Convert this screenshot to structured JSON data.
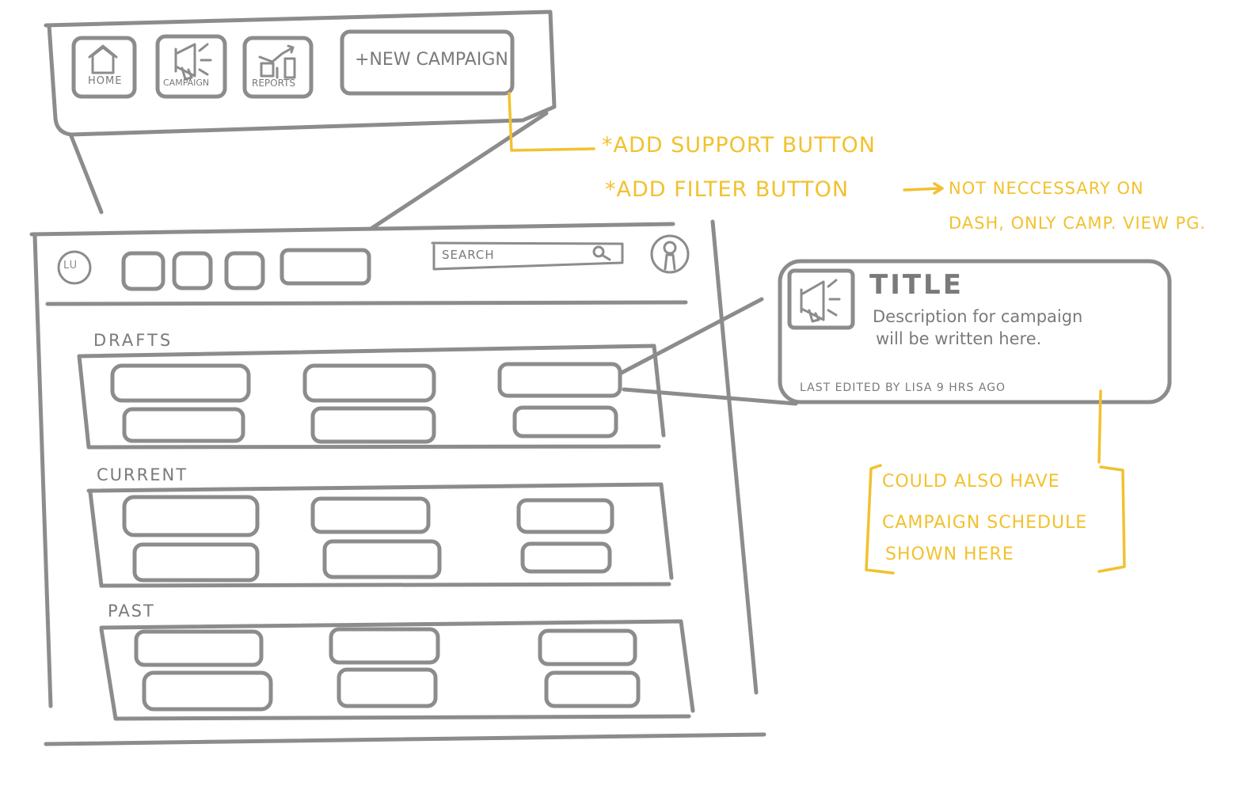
{
  "zoom_nav": {
    "home_label": "Home",
    "campaign_label": "Campaign",
    "reports_label": "Reports",
    "new_campaign_label": "+New Campaign"
  },
  "dashboard": {
    "search_placeholder": "Search",
    "sections": [
      "Drafts",
      "Current",
      "Past"
    ]
  },
  "card_detail": {
    "title": "Title",
    "description_line1": "Description for campaign",
    "description_line2": "will be written here.",
    "footer": "Last Edited by Lisa 9 hrs ago"
  },
  "annotations": {
    "support": "*Add Support Button",
    "filter": "*Add Filter Button",
    "not_necessary_line1": "Not neccessary on",
    "not_necessary_line2": "Dash, only camp. view pg.",
    "schedule_line1": "Could also have",
    "schedule_line2": "campaign schedule",
    "schedule_line3": "shown here"
  },
  "colors": {
    "sketch": "#8c8c8c",
    "annotation": "#f2c12e"
  }
}
